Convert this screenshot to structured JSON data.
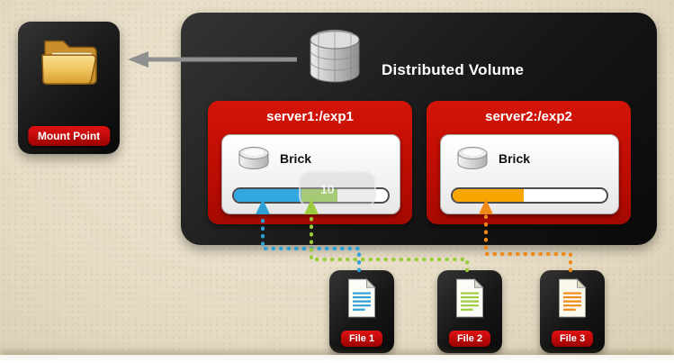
{
  "mount_point": {
    "label": "Mount Point"
  },
  "volume": {
    "title": "Distributed Volume"
  },
  "servers": [
    {
      "title": "server1:/exp1",
      "brick_label": "Brick",
      "usage_segments": [
        {
          "color": "#31a8e0",
          "pct": 44
        },
        {
          "color": "#8dc63f",
          "pct": 23
        }
      ]
    },
    {
      "title": "server2:/exp2",
      "brick_label": "Brick",
      "usage_segments": [
        {
          "color": "#f7a600",
          "pct": 46
        }
      ]
    }
  ],
  "overlay_label": "10",
  "files": [
    {
      "label": "File 1",
      "color": "#2f9fd6"
    },
    {
      "label": "File 2",
      "color": "#9ccc3d"
    },
    {
      "label": "File 3",
      "color": "#ef8a1a"
    }
  ],
  "colors": {
    "server_red": "#c40d02",
    "badge_red": "#c00000",
    "panel_dark": "#111111",
    "arrow_gray": "#8f8f8f",
    "background_beige": "#e7ddc7"
  }
}
